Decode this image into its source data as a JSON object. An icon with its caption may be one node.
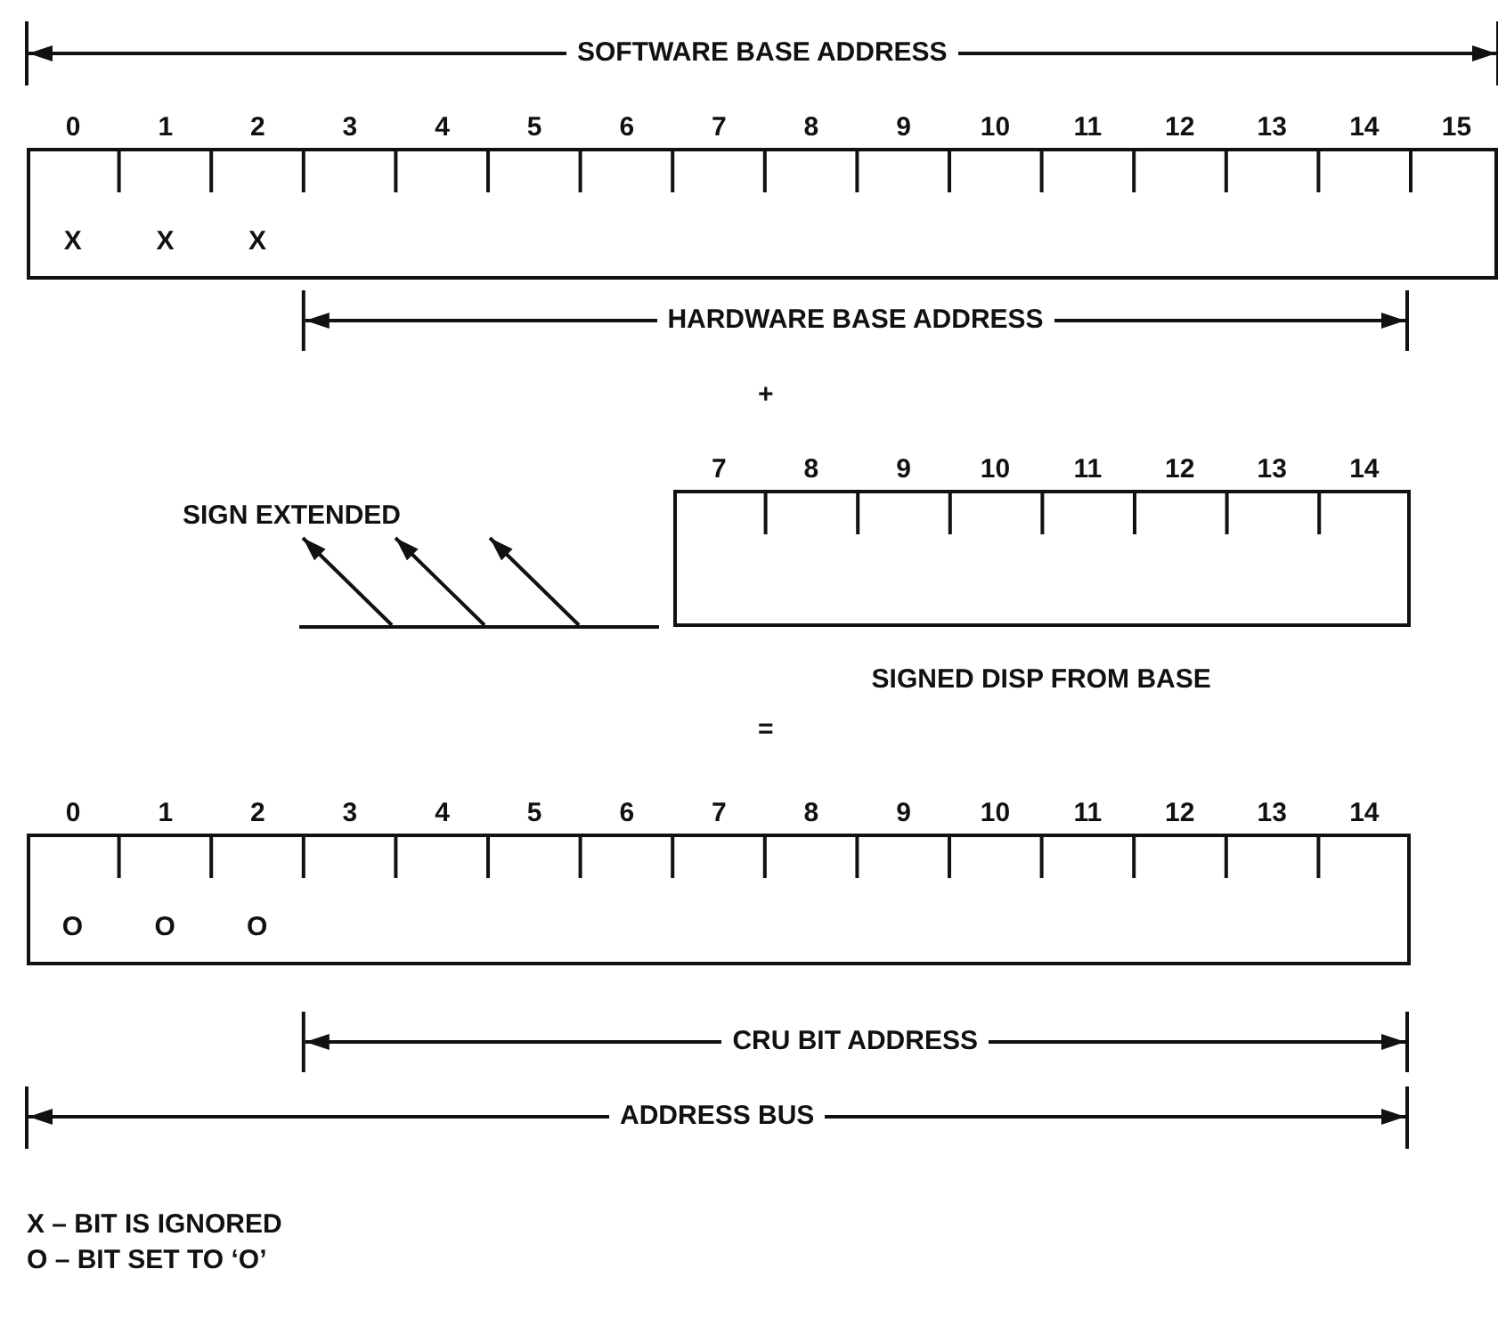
{
  "diagram": {
    "nodes": [
      {
        "text": [
          "X",
          "X",
          "X"
        ],
        "beside": [
          "0",
          "1",
          "2",
          "3",
          "4",
          "5",
          "6",
          "7",
          "8",
          "9",
          "10",
          "11",
          "12",
          "13",
          "14",
          "15"
        ]
      },
      {
        "text": [],
        "shape": "box",
        "beside": [
          "7",
          "8",
          "9",
          "10",
          "11",
          "12",
          "13",
          "14",
          "SIGNED DISP FROM BASE"
        ]
      },
      {
        "text": [
          "O",
          "O",
          "O"
        ],
        "beside": [
          "0",
          "1",
          "2",
          "3",
          "4",
          "5",
          "6",
          "7",
          "8",
          "9",
          "10",
          "11",
          "12",
          "13",
          "14"
        ]
      }
    ],
    "labels": [
      "SOFTWARE BASE ADDRESS",
      "HARDWARE BASE ADDRESS",
      "+",
      "SIGN EXTENDED",
      "=",
      "CRU BIT ADDRESS",
      "ADDRESS BUS",
      "X – BIT IS IGNORED",
      "O – BIT SET TO ‘O’"
    ]
  }
}
